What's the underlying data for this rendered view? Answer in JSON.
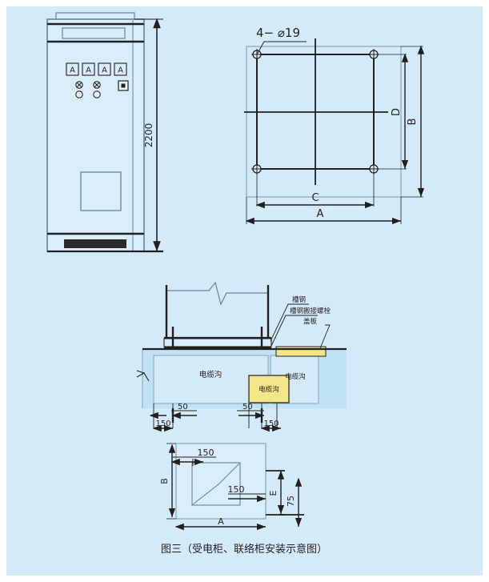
{
  "figure": {
    "caption": "图三（受电柜、联络柜安装示意图）",
    "background_color": "#d4eaf8",
    "line_color": "#231f20",
    "accent_yellow": "#f2e68a",
    "accent_blue": "#a7d7f0",
    "panel_fill": "#d9edf9"
  },
  "view_elevation": {
    "name": "cabinet-front-elevation",
    "height_dimension": "2200",
    "meter_labels": [
      "A",
      "A",
      "A",
      "A"
    ],
    "lamp_count": 2,
    "circle_count": 2,
    "button_count": 1
  },
  "view_base_plan": {
    "name": "base-bolt-hole-plan",
    "hole_note": "4− ⌀19",
    "hole_note_parts": {
      "count": "4",
      "dash": "−",
      "phi": "ϕ",
      "size": "19"
    },
    "dimensions": {
      "width_overall": "A",
      "height_overall": "B",
      "width_holes": "C",
      "height_holes": "D"
    },
    "hole_quantity": 4
  },
  "view_section": {
    "name": "cable-trench-section",
    "callouts": [
      {
        "id": "channel-steel",
        "text": "槽钢"
      },
      {
        "id": "channel-steel-bolt",
        "text": "槽钢搬接螺栓"
      },
      {
        "id": "cover-plate",
        "text": "盖板"
      }
    ],
    "trench_labels": [
      "电缆沟",
      "电缆沟",
      "电缆沟"
    ],
    "dimensions": {
      "left_inner": "50",
      "right_inner": "50",
      "left_outer": "150",
      "right_outer": "150"
    }
  },
  "view_bottom_plan": {
    "name": "foundation-opening-plan",
    "dimensions": {
      "width": "A",
      "height": "B",
      "offset_top": "150",
      "offset_inner": "150",
      "right_height": "E",
      "right_bottom": "75"
    }
  }
}
